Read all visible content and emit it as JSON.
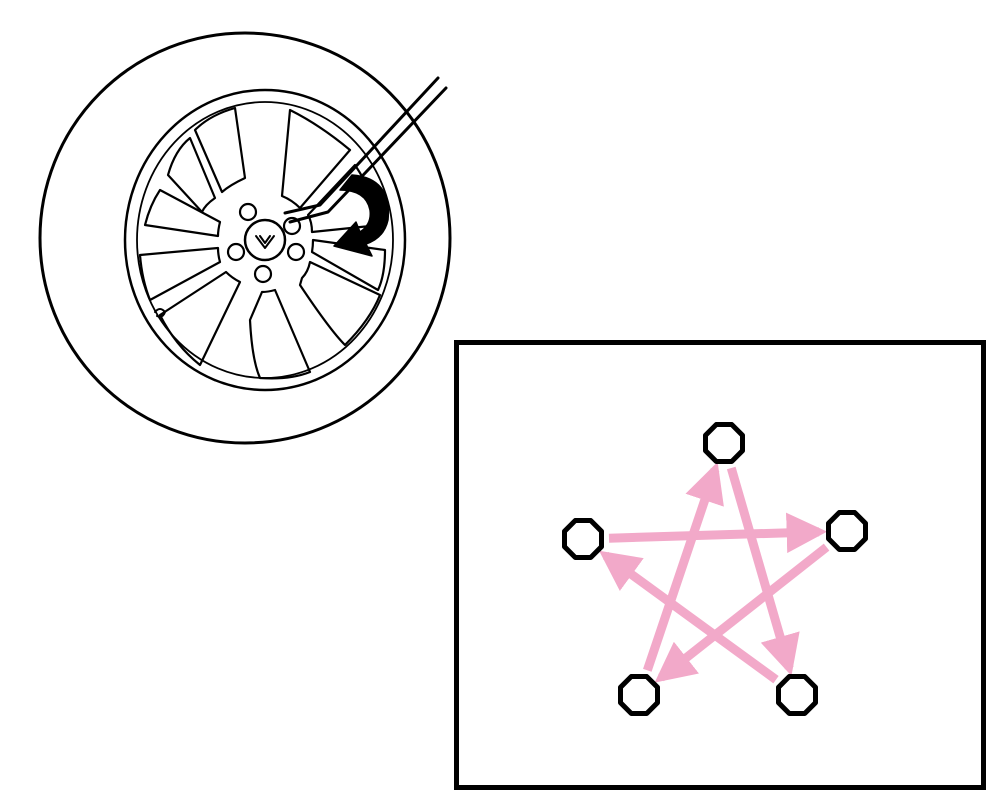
{
  "diagram": {
    "wheel": {
      "icon": "wheel-with-lug-wrench",
      "spoke_count": 5,
      "lug_nut_count": 5,
      "center_logo_icon": "v-logo",
      "tool_icon": "lug-wrench",
      "rotation_arrow_icon": "curved-arrow-clockwise"
    },
    "tightening_pattern": {
      "icon": "star-tightening-sequence",
      "lug_nut_count": 5,
      "arrow_color": "#f2a9c9",
      "nut_outline_color": "#000000",
      "sequence": [
        "top",
        "bottom-right",
        "left",
        "right",
        "bottom-left",
        "top"
      ]
    }
  }
}
